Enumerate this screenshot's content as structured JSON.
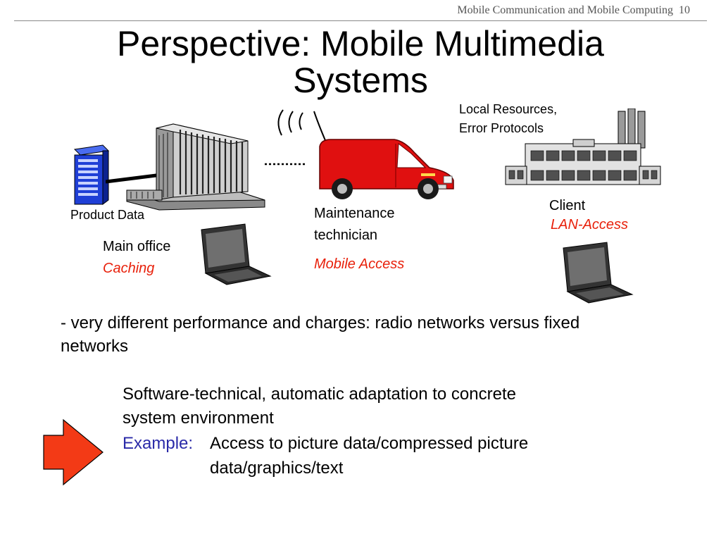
{
  "header": {
    "course_title": "Mobile Communication and Mobile Computing",
    "page_number": "10"
  },
  "slide": {
    "title_line1": "Perspective: Mobile Multimedia",
    "title_line2": "Systems"
  },
  "diagram": {
    "product_data_label": "Product Data",
    "main_office_label": "Main office",
    "main_office_access": "Caching",
    "technician_label_line1": "Maintenance",
    "technician_label_line2": "technician",
    "technician_access": "Mobile Access",
    "local_resources_line1": "Local Resources,",
    "local_resources_line2": "Error Protocols",
    "client_label": "Client",
    "client_access": "LAN-Access"
  },
  "body": {
    "bullet_line1": "- very different performance and charges: radio networks versus fixed",
    "bullet_line2": "networks",
    "adapt_line1": "Software-technical, automatic adaptation to concrete",
    "adapt_line2": "system environment",
    "example_label": "Example:",
    "example_line1": "Access to picture data/compressed picture",
    "example_line2": "data/graphics/text"
  },
  "colors": {
    "accent_red": "#e8200a",
    "example_blue": "#2a2aa8",
    "arrow_fill": "#f33a16"
  }
}
